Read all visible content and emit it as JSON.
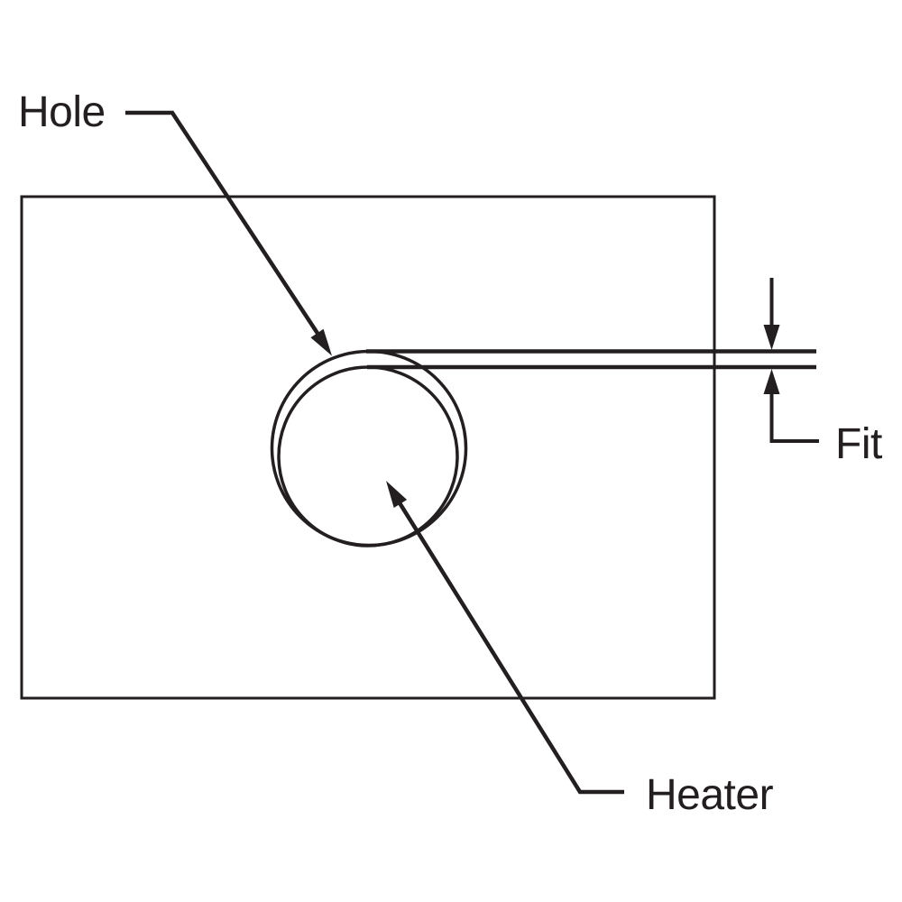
{
  "diagram": {
    "labels": {
      "hole": "Hole",
      "heater": "Heater",
      "fit": "Fit"
    },
    "colors": {
      "ink": "#231f20",
      "background": "#ffffff"
    }
  }
}
